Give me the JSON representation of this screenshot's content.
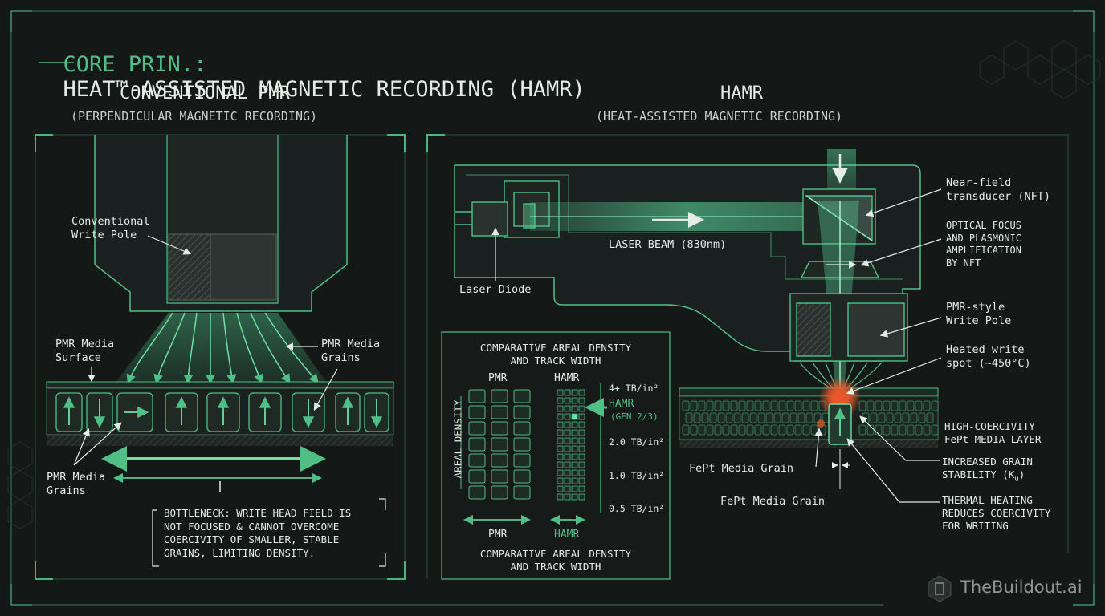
{
  "title": {
    "prefix": "CORE PRIN.:",
    "rest": "HEAT™-ASSISTED MAGNETIC RECORDING (HAMR)"
  },
  "left_panel": {
    "heading": "CONVENTIONAL PMR",
    "subheading": "(PERPENDICULAR MAGNETIC RECORDING)",
    "write_pole_label": "Conventional\nWrite Pole",
    "media_surface_label": "PMR Media\nSurface",
    "media_grains_label_right": "PMR Media\nGrains",
    "media_grains_label_left": "PMR Media\nGrains",
    "bottleneck": "BOTTLENECK: WRITE HEAD FIELD IS\nNOT FOCUSED & CANNOT OVERCOME\nCOERCIVITY OF SMALLER, STABLE\nGRAINS, LIMITING DENSITY.",
    "grain_arrows": [
      "up",
      "down",
      "right",
      "up",
      "up",
      "up",
      "down",
      "up",
      "down"
    ]
  },
  "right_panel": {
    "heading": "HAMR",
    "subheading": "(HEAT-ASSISTED MAGNETIC RECORDING)",
    "laser_beam_label": "LASER BEAM (830nm)",
    "laser_diode_label": "Laser Diode",
    "nft_label": "Near-field\ntransducer (NFT)",
    "optical_label": "OPTICAL FOCUS\nAND PLASMONIC\nAMPLIFICATION\nBY NFT",
    "pmr_pole_label": "PMR-style\nWrite Pole",
    "heated_spot_label": "Heated write\nspot (~450°C)",
    "media_layer_label": "HIGH-COERCIVITY\nFePt MEDIA LAYER",
    "grain_stability_label": "INCREASED GRAIN\nSTABILITY (K",
    "grain_stability_sub": "u",
    "grain_stability_close": ")",
    "thermal_label": "THERMAL HEATING\nREDUCES COERCIVITY\nFOR WRITING",
    "fept_grain_label_1": "FePt Media Grain",
    "fept_grain_label_2": "FePt Media Grain"
  },
  "density_chart": {
    "title_top": "COMPARATIVE AREAL DENSITY\nAND TRACK WIDTH",
    "title_bottom": "COMPARATIVE AREAL DENSITY\nAND TRACK WIDTH",
    "y_axis_label": "AREAL DENSITY",
    "col_pmr_top": "PMR",
    "col_hamr_top": "HAMR",
    "col_pmr_bottom": "PMR",
    "col_hamr_bottom": "HAMR",
    "hamr_marker": "HAMR",
    "hamr_marker_sub": "(GEN 2/3)",
    "scale_ticks": [
      "4+ TB/in²",
      "2.0 TB/in²",
      "1.0 TB/in²",
      "0.5 TB/in²"
    ]
  },
  "watermark": "TheBuildout.ai",
  "colors": {
    "accent": "#4fbf86",
    "laser": "#5fe0a0",
    "hot": "#e8572a",
    "bg": "#141817",
    "text": "#e4ece8"
  }
}
